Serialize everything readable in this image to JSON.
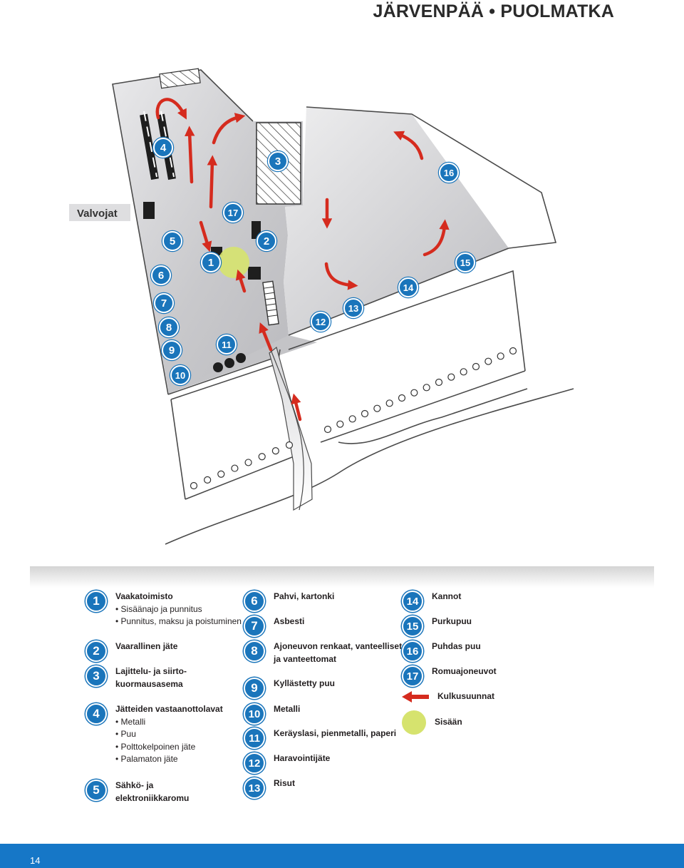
{
  "page": {
    "title": "JÄRVENPÄÄ • PUOLMATKA",
    "page_number": "14"
  },
  "colors": {
    "badge": "#1a75bb",
    "arrow": "#d52b1e",
    "entry_dot": "#d6e36e",
    "footer": "#1677c7"
  },
  "map": {
    "label_valvojat": "Valvojat",
    "badges": [
      "1",
      "2",
      "3",
      "4",
      "5",
      "6",
      "7",
      "8",
      "9",
      "10",
      "11",
      "12",
      "13",
      "14",
      "15",
      "16",
      "17"
    ]
  },
  "legend": {
    "items": [
      {
        "number": "1",
        "title": "Vaakatoimisto",
        "sub": [
          "Sisäänajo ja punnitus",
          "Punnitus, maksu ja poistuminen"
        ]
      },
      {
        "number": "2",
        "title": "Vaarallinen jäte"
      },
      {
        "number": "3",
        "title": "Lajittelu- ja siirto-",
        "title2": "kuormausasema"
      },
      {
        "number": "4",
        "title": "Jätteiden vastaanottolavat",
        "sub": [
          "Metalli",
          "Puu",
          "Polttokelpoinen jäte",
          "Palamaton jäte"
        ]
      },
      {
        "number": "5",
        "title": "Sähkö- ja",
        "title2": "elektroniikkaromu"
      },
      {
        "number": "6",
        "title": "Pahvi, kartonki"
      },
      {
        "number": "7",
        "title": "Asbesti"
      },
      {
        "number": "8",
        "title": "Ajoneuvon renkaat, vanteelliset",
        "title2": "ja vanteettomat"
      },
      {
        "number": "9",
        "title": "Kyllästetty puu"
      },
      {
        "number": "10",
        "title": "Metalli"
      },
      {
        "number": "11",
        "title": "Keräyslasi, pienmetalli, paperi"
      },
      {
        "number": "12",
        "title": "Haravointijäte"
      },
      {
        "number": "13",
        "title": "Risut"
      },
      {
        "number": "14",
        "title": "Kannot"
      },
      {
        "number": "15",
        "title": "Purkupuu"
      },
      {
        "number": "16",
        "title": "Puhdas puu"
      },
      {
        "number": "17",
        "title": "Romuajoneuvot"
      }
    ],
    "flow_label": "Kulkusuunnat",
    "entry_label": "Sisään"
  }
}
